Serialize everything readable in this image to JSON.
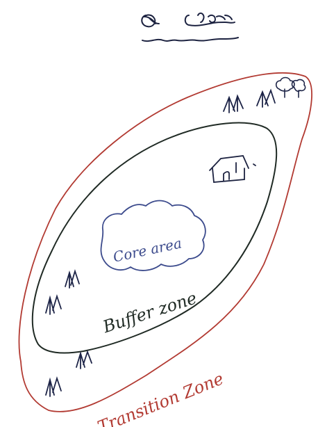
{
  "heading": {
    "text": "",
    "description_note": "illegible scribbled heading, drawn as a scribble"
  },
  "zones": {
    "core": {
      "label": "Core area",
      "color": "#3b4a8c"
    },
    "buffer": {
      "label": "Buffer zone",
      "color": "#1f2a24"
    },
    "transition": {
      "label": "Transition Zone",
      "color": "#b23a32"
    }
  },
  "colors": {
    "ink": "#1c2240",
    "tree": "#1d2447"
  }
}
